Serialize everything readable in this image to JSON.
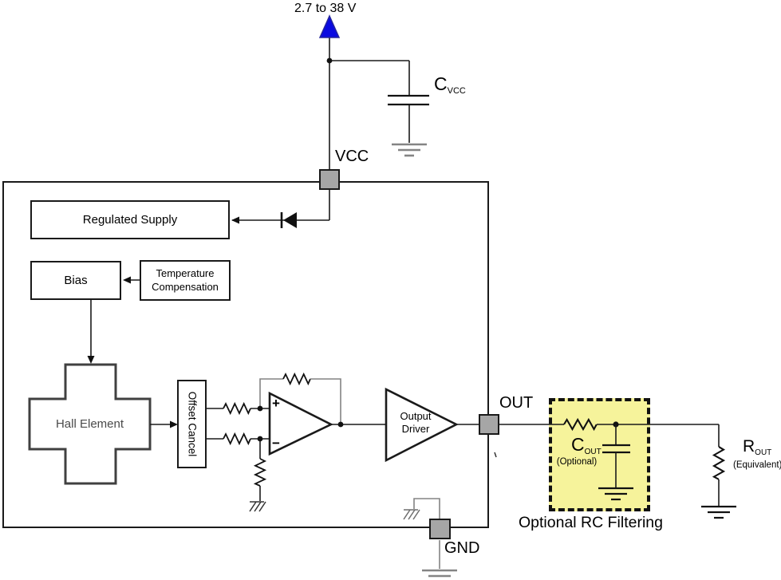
{
  "labels": {
    "supply_range": "2.7 to 38 V",
    "vcc_pin": "VCC",
    "out_pin": "OUT",
    "gnd_pin": "GND",
    "cvcc_main": "C",
    "cvcc_sub": "VCC",
    "regulated_supply": "Regulated Supply",
    "bias": "Bias",
    "temp_comp_line1": "Temperature",
    "temp_comp_line2": "Compensation",
    "hall_element": "Hall Element",
    "offset_cancel": "Offset Cancel",
    "opamp_plus": "+",
    "opamp_minus": "−",
    "output_driver_line1": "Output",
    "output_driver_line2": "Driver",
    "cout_main": "C",
    "cout_sub": "OUT",
    "cout_note": "(Optional)",
    "rc_filter_title": "Optional RC Filtering",
    "rout_main": "R",
    "rout_sub": "OUT",
    "rout_note": "(Equivalent)"
  },
  "colors": {
    "wire": "#1a1a1a",
    "grayWire": "#848484",
    "pinFill": "#a6a6a6",
    "arrowFill": "#0a0ae0",
    "arrowEdge": "#26269b",
    "filterFill": "#f6f39b",
    "hallOutline": "#404040"
  }
}
